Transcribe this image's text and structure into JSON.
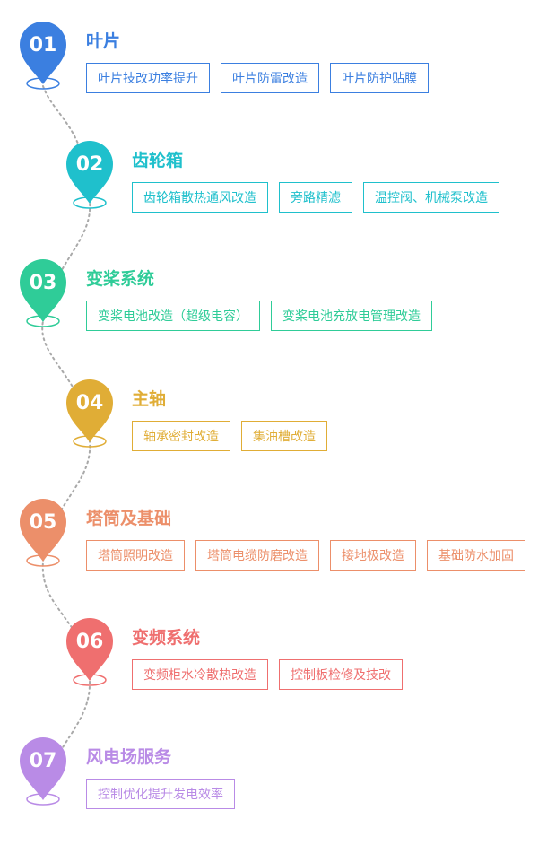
{
  "items": [
    {
      "number": "01",
      "title": "叶片",
      "color": "#3b7fe0",
      "tags": [
        "叶片技改功率提升",
        "叶片防雷改造",
        "叶片防护贴膜"
      ]
    },
    {
      "number": "02",
      "title": "齿轮箱",
      "color": "#1fc0cc",
      "tags": [
        "齿轮箱散热通风改造",
        "旁路精滤",
        "温控阀、机械泵改造"
      ]
    },
    {
      "number": "03",
      "title": "变桨系统",
      "color": "#2fcc98",
      "tags": [
        "变桨电池改造（超级电容）",
        "变桨电池充放电管理改造"
      ]
    },
    {
      "number": "04",
      "title": "主轴",
      "color": "#e0ad36",
      "tags": [
        "轴承密封改造",
        "集油槽改造"
      ]
    },
    {
      "number": "05",
      "title": "塔筒及基础",
      "color": "#ec8f6a",
      "tags": [
        "塔筒照明改造",
        "塔筒电缆防磨改造",
        "接地极改造",
        "基础防水加固"
      ]
    },
    {
      "number": "06",
      "title": "变频系统",
      "color": "#ef6f6f",
      "tags": [
        "变频柜水冷散热改造",
        "控制板检修及技改"
      ]
    },
    {
      "number": "07",
      "title": "风电场服务",
      "color": "#b98be6",
      "tags": [
        "控制优化提升发电效率"
      ]
    }
  ]
}
